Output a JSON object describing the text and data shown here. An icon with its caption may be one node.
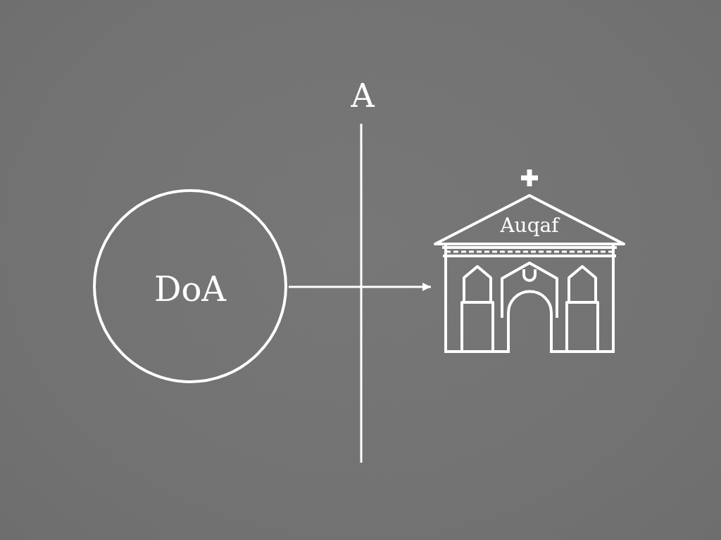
{
  "diagram": {
    "nodes": [
      {
        "text": [
          "DoA"
        ]
      },
      {
        "text": [
          "Auqaf"
        ]
      }
    ],
    "edges": [
      {
        "from": 0,
        "to": 1,
        "arrow": "to"
      }
    ],
    "labels": [
      "A"
    ]
  }
}
